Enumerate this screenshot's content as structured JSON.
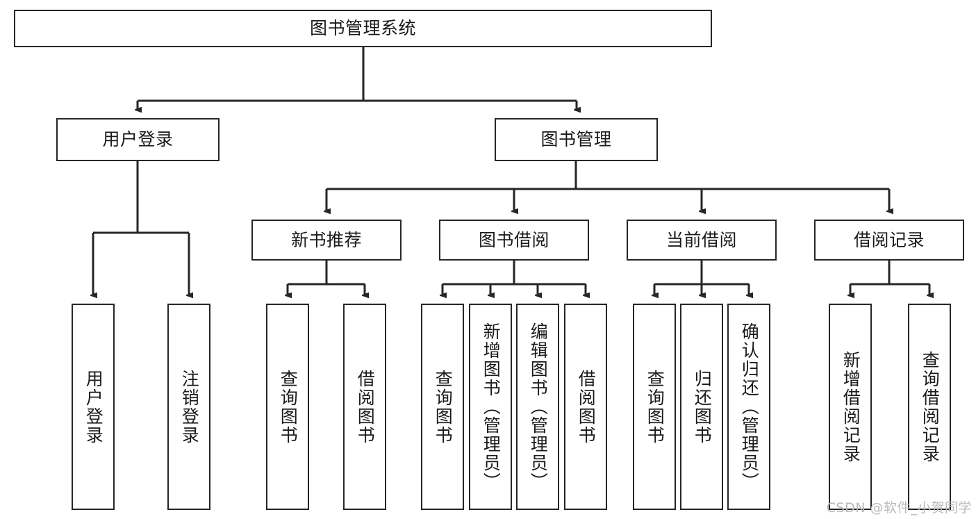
{
  "diagram": {
    "type": "tree",
    "title": "图书管理系统",
    "orientation": "top-down",
    "watermark": "CSDN @软件_小贺同学",
    "colors": {
      "box_border": "#262626",
      "box_fill": "#ffffff",
      "link": "#262626",
      "text": "#1a1a1a",
      "watermark": "#b9b9b9"
    },
    "nodes": {
      "root": {
        "label": "图书管理系统"
      },
      "level2": [
        {
          "label": "用户登录"
        },
        {
          "label": "图书管理"
        }
      ],
      "level3": [
        {
          "label": "新书推荐"
        },
        {
          "label": "图书借阅"
        },
        {
          "label": "当前借阅"
        },
        {
          "label": "借阅记录"
        }
      ],
      "leaves": {
        "user_login": [
          {
            "label": "用户登录"
          },
          {
            "label": "注销登录"
          }
        ],
        "new_book_recommend": [
          {
            "label": "查询图书"
          },
          {
            "label": "借阅图书"
          }
        ],
        "book_borrow": [
          {
            "label": "查询图书"
          },
          {
            "label": "新增图书（管理员）"
          },
          {
            "label": "编辑图书（管理员）"
          },
          {
            "label": "借阅图书"
          }
        ],
        "current_borrow": [
          {
            "label": "查询图书"
          },
          {
            "label": "归还图书"
          },
          {
            "label": "确认归还（管理员）"
          }
        ],
        "borrow_record": [
          {
            "label": "新增借阅记录"
          },
          {
            "label": "查询借阅记录"
          }
        ]
      }
    }
  }
}
